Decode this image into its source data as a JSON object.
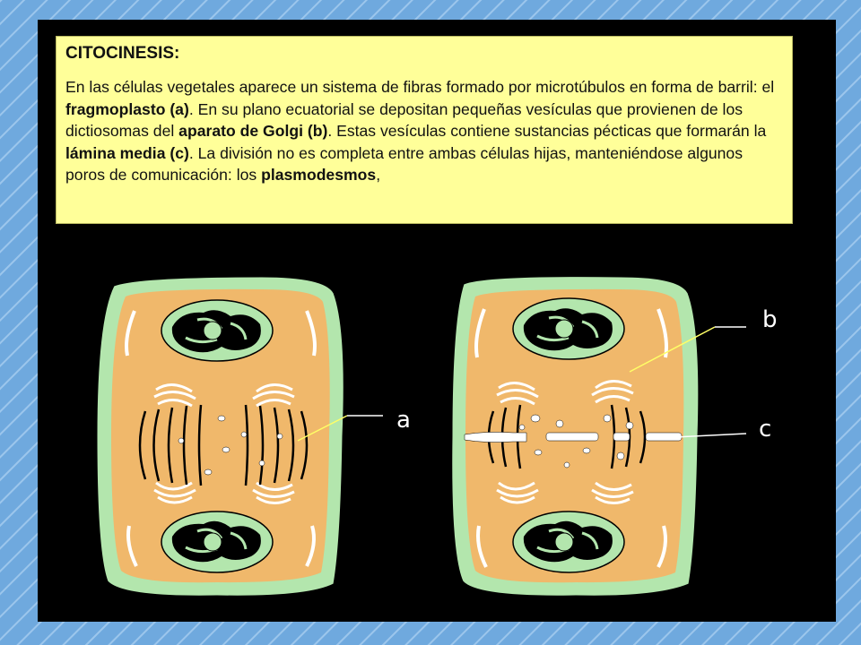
{
  "colors": {
    "background": "#6fa9de",
    "slide": "#000000",
    "textbox": "#ffff99",
    "cell_wall": "#b3e6ad",
    "cytoplasm": "#f0b86b",
    "nucleus": "#b3e6ad",
    "chromatin": "#000000"
  },
  "textbox": {
    "title": "CITOCINESIS:",
    "paragraph": [
      {
        "text": "En las células vegetales aparece un sistema de fibras formado por microtúbulos en forma de barril: el ",
        "bold": false
      },
      {
        "text": "fragmoplasto (a)",
        "bold": true
      },
      {
        "text": ". En su plano ecuatorial se depositan pequeñas vesículas que provienen de los dictiosomas del ",
        "bold": false
      },
      {
        "text": "aparato de Golgi (b)",
        "bold": true
      },
      {
        "text": ". Estas vesículas contiene sustancias pécticas que formarán la ",
        "bold": false
      },
      {
        "text": "lámina media (c)",
        "bold": true
      },
      {
        "text": ". La división no es completa entre ambas células hijas, manteniéndose algunos poros de comunicación: los ",
        "bold": false
      },
      {
        "text": "plasmodesmos",
        "bold": true
      },
      {
        "text": ",",
        "bold": false
      }
    ]
  },
  "diagram": {
    "labels": {
      "a": "a",
      "b": "b",
      "c": "c"
    }
  }
}
